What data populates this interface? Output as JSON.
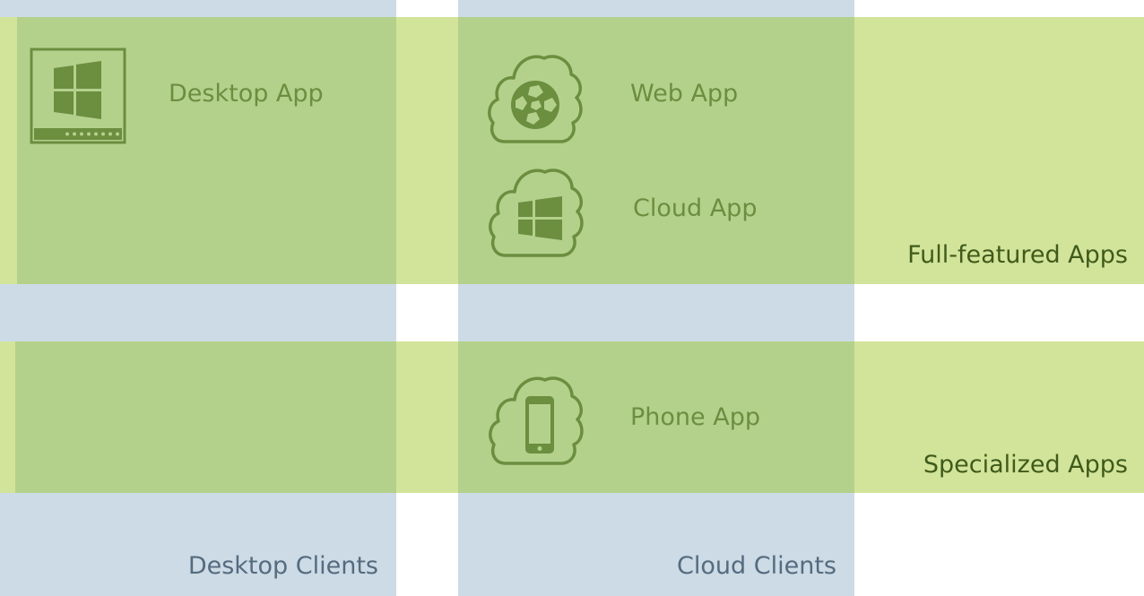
{
  "colors": {
    "column_band": "#ccdbe5",
    "row_band": "#d2e49a",
    "overlap": "#b4d18c",
    "icon": "#6b8e3f",
    "app_text": "#6b8e3f",
    "column_text": "#556b7f",
    "row_text": "#3f5a1a"
  },
  "columns": [
    {
      "label": "Desktop Clients"
    },
    {
      "label": "Cloud Clients"
    }
  ],
  "rows": [
    {
      "label": "Full-featured Apps"
    },
    {
      "label": "Specialized Apps"
    }
  ],
  "apps": [
    {
      "label": "Desktop App",
      "icon": "desktop-windows-icon"
    },
    {
      "label": "Web App",
      "icon": "cloud-globe-icon"
    },
    {
      "label": "Cloud App",
      "icon": "cloud-windows-icon"
    },
    {
      "label": "Phone App",
      "icon": "cloud-phone-icon"
    }
  ]
}
